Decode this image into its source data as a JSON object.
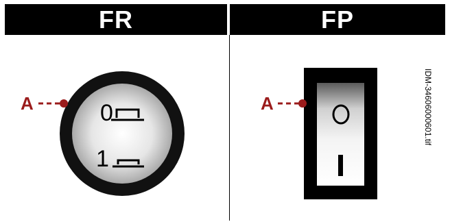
{
  "panels": {
    "left": {
      "title": "FR",
      "callout": "A",
      "switch_labels": [
        "0",
        "1"
      ]
    },
    "right": {
      "title": "FP",
      "callout": "A"
    }
  },
  "figure_id": "IDM-34606000601.tif",
  "colors": {
    "header_bg": "#000000",
    "header_text": "#ffffff",
    "callout": "#9b1c1c",
    "switch_body": "#111111"
  },
  "icons": {
    "left_switch": "round-rotary-switch-icon",
    "right_switch": "rocker-switch-icon"
  }
}
